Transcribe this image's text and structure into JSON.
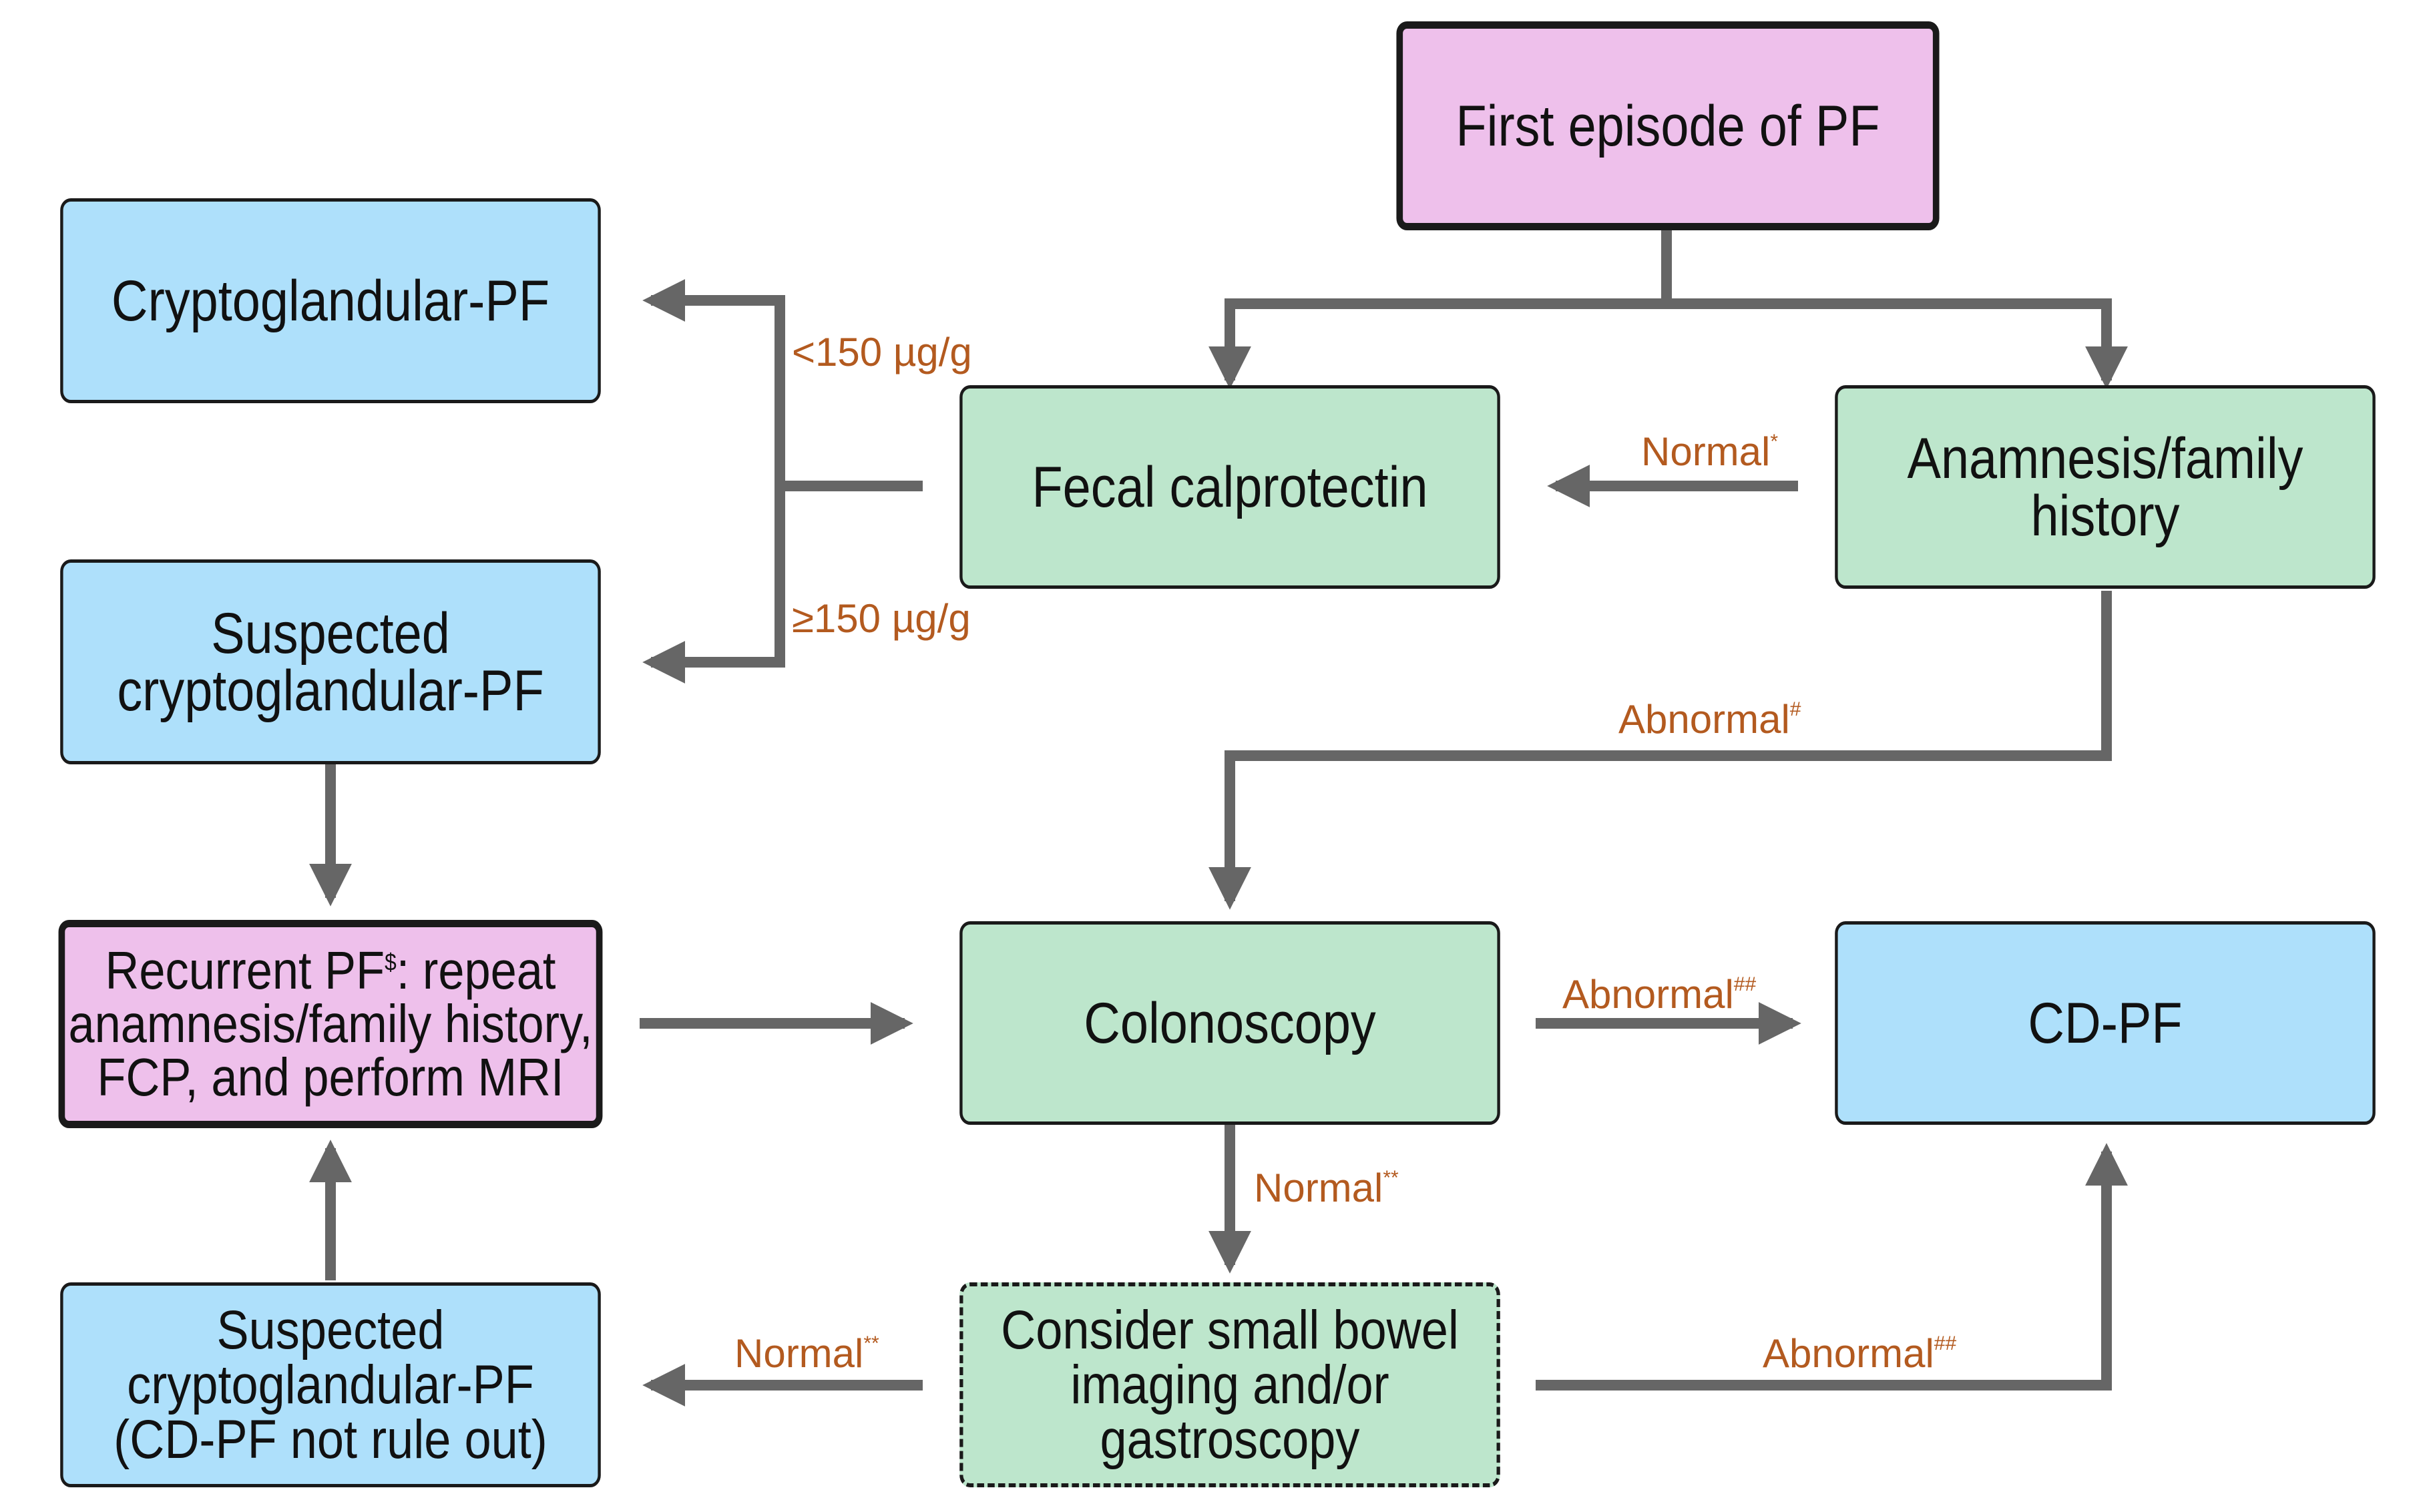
{
  "colors": {
    "pink": "#eec0eb",
    "blue": "#aee0fb",
    "green": "#bde6cc",
    "arrow": "#666666",
    "label": "#b35a1f",
    "border": "#1a1a1a"
  },
  "nodes": {
    "first_episode": {
      "text": "First episode of PF"
    },
    "cryptoglandular": {
      "text": "Cryptoglandular-PF"
    },
    "fecal_calprotectin": {
      "text": "Fecal calprotectin"
    },
    "anamnesis": {
      "text": "Anamnesis/family history"
    },
    "suspected_cryptoglandular": {
      "text": "Suspected\ncryptoglandular-PF"
    },
    "recurrent_pf": {
      "text_pre": "Recurrent PF",
      "text_sup": "$",
      "text_post": ": repeat\nanamnesis/family history,\nFCP, and perform MRI"
    },
    "colonoscopy": {
      "text": "Colonoscopy"
    },
    "cd_pf": {
      "text": "CD-PF"
    },
    "suspected_cd_not_ruled": {
      "text": "Suspected\ncryptoglandular-PF\n(CD-PF not rule out)"
    },
    "small_bowel": {
      "text": "Consider small bowel\nimaging and/or\ngastroscopy"
    }
  },
  "edge_labels": {
    "lt150": {
      "text": "<150 µg/g",
      "mark": ""
    },
    "ge150": {
      "text": "≥150 µg/g",
      "mark": ""
    },
    "normal_star": {
      "text": "Normal",
      "mark": "*"
    },
    "abnormal_hash": {
      "text": "Abnormal",
      "mark": "#"
    },
    "abnormal_hashhash_1": {
      "text": "Abnormal",
      "mark": "##"
    },
    "normal_starstar_1": {
      "text": "Normal",
      "mark": "**"
    },
    "normal_starstar_2": {
      "text": "Normal",
      "mark": "**"
    },
    "abnormal_hashhash_2": {
      "text": "Abnormal",
      "mark": "##"
    }
  }
}
